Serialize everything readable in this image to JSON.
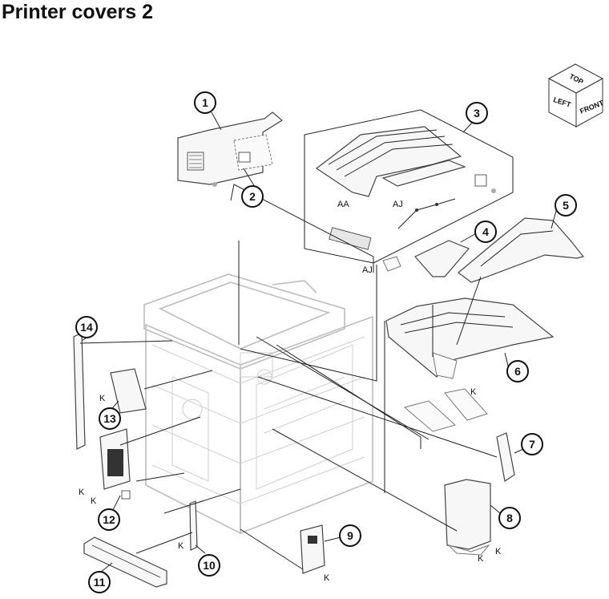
{
  "title": "Printer covers 2",
  "orientation_cube": {
    "top": "TOP",
    "left": "LEFT",
    "front": "FRONT"
  },
  "callouts": [
    "1",
    "2",
    "3",
    "4",
    "5",
    "6",
    "7",
    "8",
    "9",
    "10",
    "11",
    "12",
    "13",
    "14"
  ],
  "reference_letters": {
    "aa": "AA",
    "aj": "AJ",
    "k": "K"
  }
}
